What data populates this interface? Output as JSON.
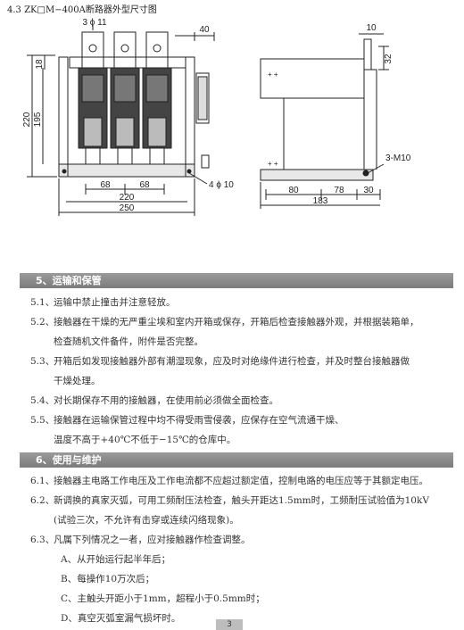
{
  "heading": "4.3  ZK□M−400A断路器外型尺寸图",
  "drawing": {
    "front": {
      "holes_label": "3 ϕ 11",
      "dim_40": "40",
      "dim_18": "18",
      "dim_220_v": "220",
      "dim_195": "195",
      "dim_68_a": "68",
      "dim_68_b": "68",
      "dim_220_h": "220",
      "dim_250": "250",
      "mount_holes_label": "4 ϕ 10"
    },
    "side": {
      "dim_10": "10",
      "dim_32": "32",
      "thread_label": "3-M10",
      "dim_80": "80",
      "dim_78": "78",
      "dim_30": "30",
      "dim_183": "183"
    }
  },
  "section5": {
    "title": "5、运输和保管",
    "items": [
      {
        "num": "5.1、",
        "lines": [
          "运输中禁止撞击并注意轻放。"
        ]
      },
      {
        "num": "5.2、",
        "lines": [
          "接触器在干燥的无严重尘埃和室内开箱或保存，开箱后检查接触器外观，并根据装箱单，",
          "检查随机文件备件，附件是否完整。"
        ]
      },
      {
        "num": "5.3、",
        "lines": [
          "开箱后如发现接触器外部有潮湿现象，应及时对绝缘件进行检查，并及时整台接触器做",
          "干燥处理。"
        ]
      },
      {
        "num": "5.4、",
        "lines": [
          "对长期保存不用的接触器，在使用前必须做全面检查。"
        ]
      },
      {
        "num": "5.5、",
        "lines": [
          "接触器在运输保管过程中均不得受雨雪侵袭，应保存在空气流通干燥、",
          "温度不高于+40℃不低于−15℃的仓库中。"
        ]
      }
    ]
  },
  "section6": {
    "title": "6、使用与维护",
    "items": [
      {
        "num": "6.1、",
        "lines": [
          "接触器主电路工作电压及工作电流都不应超过额定值，控制电路的电压应等于其额定电压。"
        ]
      },
      {
        "num": "6.2、",
        "lines": [
          "新调换的真家灭弧，可用工频耐压法检查，触头开距达1.5mm时，工频耐压试验值为10kV",
          "(试验三次，不允许有击穿或连续闪络现象)。"
        ]
      },
      {
        "num": "6.3、",
        "lines": [
          "凡属下列情况之一者，应对接触器作检查调整。"
        ]
      }
    ],
    "subitems": [
      "A、从开始运行起半年后；",
      "B、每操作10万次后；",
      "C、主触头开距小于1mm，超程小于0.5mm时；",
      "D、真空灭弧室漏气损坏时。"
    ]
  },
  "page_number": "3"
}
